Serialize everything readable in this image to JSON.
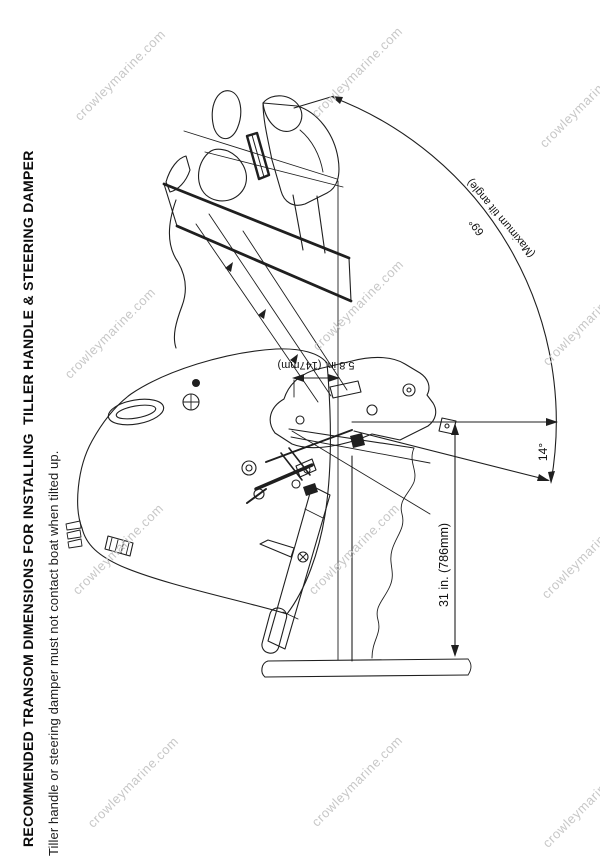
{
  "title": "RECOMMENDED TRANSOM DIMENSIONS FOR INSTALLING  TILLER HANDLE & STEERING DAMPER",
  "subtitle": "Tiller handle or steering damper must not contact boat when tilted up.",
  "watermark": "crowleymarine.com",
  "labels": {
    "max_tilt": "(Maximum tilt angle)",
    "tilt_angle": "69°",
    "trim_angle": "14°",
    "bracket_height": "5.8 in. (147mm)",
    "transom_height": "31 in. (786mm)"
  },
  "colors": {
    "line": "#1f1f1f",
    "watermark": "#c7c7c7"
  }
}
